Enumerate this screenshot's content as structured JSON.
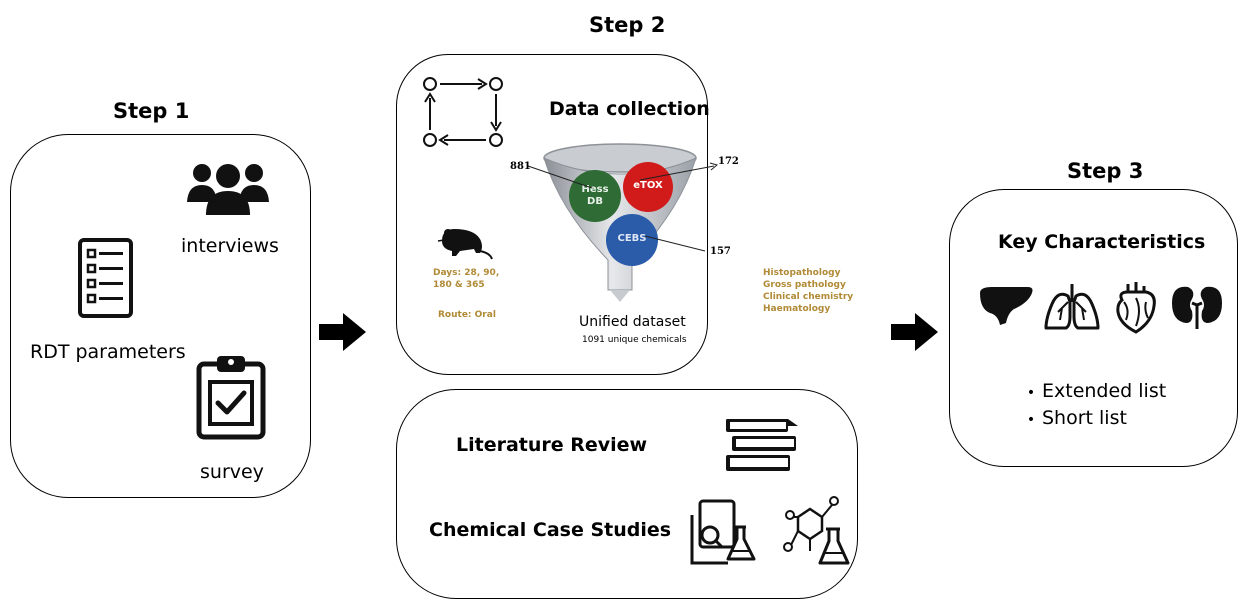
{
  "step1": {
    "heading": "Step 1",
    "interviews": "interviews",
    "rdt_parameters": "RDT parameters",
    "survey": "survey"
  },
  "step2": {
    "heading": "Step 2",
    "data_collection": {
      "title": "Data collection",
      "days": "Days: 28, 90,\n180 & 365",
      "route": "Route: Oral",
      "endpoints": "Histopathology\nGross pathology\nClinical chemistry\nHaematology",
      "databases": [
        {
          "name": "Hess\nDB",
          "count": "881",
          "color": "#2e6b35"
        },
        {
          "name": "eTOX",
          "count": "172",
          "color": "#d11a1a"
        },
        {
          "name": "CEBS",
          "count": "157",
          "color": "#2a5caa"
        }
      ],
      "unified_title": "Unified dataset",
      "unified_subtitle": "1091 unique chemicals"
    },
    "literature_review": "Literature Review",
    "case_studies": "Chemical Case Studies"
  },
  "step3": {
    "heading": "Step 3",
    "title": "Key Characteristics",
    "items": [
      "Extended list",
      "Short list"
    ]
  },
  "icons": [
    "people-icon",
    "checklist-icon",
    "clipboard-check-icon",
    "cycle-icon",
    "rat-icon",
    "funnel-icon",
    "books-icon",
    "document-search-flask-icon",
    "molecule-flask-icon",
    "liver-icon",
    "lungs-icon",
    "heart-icon",
    "kidneys-icon",
    "arrow-right-icon"
  ]
}
